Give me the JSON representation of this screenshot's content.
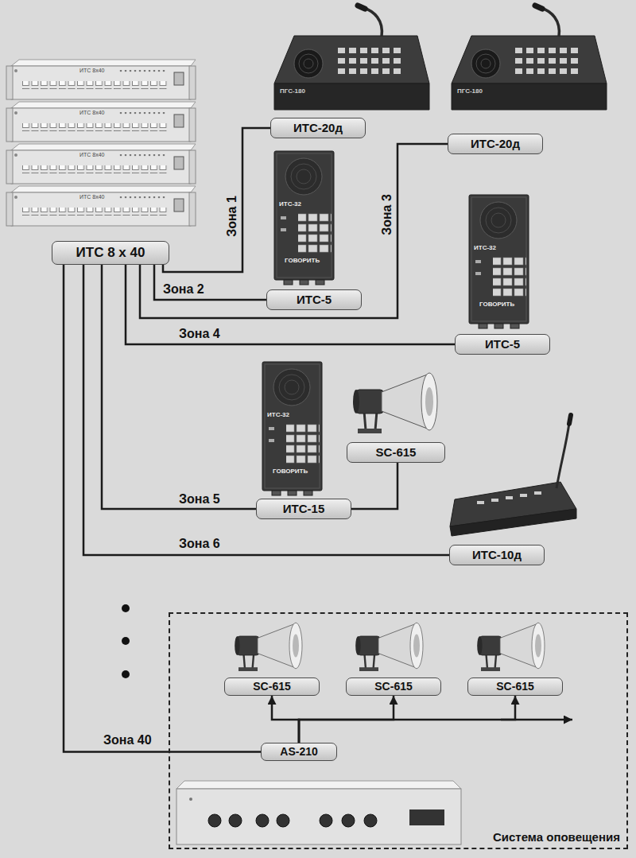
{
  "diagram": {
    "nodes": [
      {
        "text": [
          "ИТС-20д"
        ]
      },
      {
        "text": [
          "ИТС-20д"
        ]
      },
      {
        "text": [
          "ИТС 8 х 40"
        ]
      },
      {
        "text": [
          "ИТС-5"
        ]
      },
      {
        "text": [
          "ИТС-5"
        ]
      },
      {
        "text": [
          "SC-615"
        ]
      },
      {
        "text": [
          "ИТС-15"
        ]
      },
      {
        "text": [
          "ИТС-10д"
        ]
      },
      {
        "text": [
          "Система оповещения"
        ]
      },
      {
        "text": [
          "SC-615"
        ],
        "in": 8
      },
      {
        "text": [
          "SC-615"
        ],
        "in": 8
      },
      {
        "text": [
          "SC-615"
        ],
        "in": 8
      },
      {
        "text": [
          "AS-210"
        ],
        "in": 8
      }
    ],
    "edges": [
      {
        "from": 2,
        "to": 0,
        "arrow": "none",
        "label": "Зона 1"
      },
      {
        "from": 2,
        "to": 3,
        "arrow": "none",
        "label": "Зона 2"
      },
      {
        "from": 2,
        "to": 1,
        "arrow": "none",
        "label": "Зона 3"
      },
      {
        "from": 2,
        "to": 4,
        "arrow": "none",
        "label": "Зона 4"
      },
      {
        "from": 2,
        "to": 6,
        "arrow": "none",
        "label": "Зона 5"
      },
      {
        "from": 6,
        "to": 5,
        "arrow": "none"
      },
      {
        "from": 2,
        "to": 7,
        "arrow": "none",
        "label": "Зона 6"
      },
      {
        "from": 2,
        "to": 12,
        "arrow": "none",
        "label": "Зона 40"
      },
      {
        "from": 12,
        "to": 9,
        "arrow": "to"
      },
      {
        "from": 12,
        "to": 10,
        "arrow": "to"
      },
      {
        "from": 12,
        "to": 11,
        "arrow": "to"
      }
    ],
    "labels": [
      "ПГС-180",
      "ПГС-180",
      "ИТС 8х40",
      "ИТС 8х40",
      "ИТС 8х40",
      "ИТС 8х40",
      "ИТС-32",
      "ГОВОРИТЬ",
      "ИТС-32",
      "ГОВОРИТЬ",
      "ИТС-32",
      "ГОВОРИТЬ"
    ]
  }
}
